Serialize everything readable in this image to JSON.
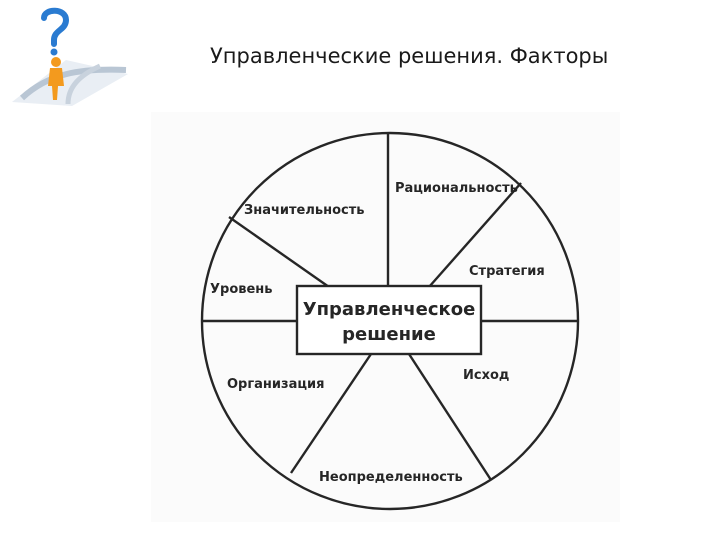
{
  "slide": {
    "title": "Управленческие решения. Факторы",
    "logo_icon": "question-person-crossroads-icon"
  },
  "diagram": {
    "center_label_line1": "Управленческое",
    "center_label_line2": "решение",
    "factors": [
      "Рациональность",
      "Значительность",
      "Стратегия",
      "Уровень",
      "Исход",
      "Организация",
      "Неопределенность"
    ]
  },
  "colors": {
    "line": "#262626",
    "logo_orange": "#f39a1e",
    "logo_blue": "#2a7bd1"
  }
}
